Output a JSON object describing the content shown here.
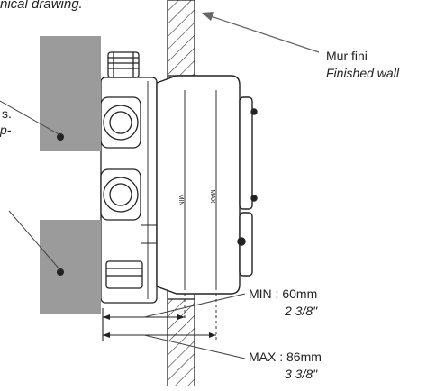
{
  "header_text": "nical drawing.",
  "left_fragments": {
    "line1": "s.",
    "line2": "p-"
  },
  "wall_label": {
    "fr": "Mur fini",
    "en": "Finished wall"
  },
  "min_label": {
    "metric": "MIN : 60mm",
    "imperial": "2 3/8\""
  },
  "max_label": {
    "metric": "MAX : 86mm",
    "imperial": "3 3/8\""
  },
  "body_marks": {
    "min": "MIN",
    "max": "MAX"
  }
}
